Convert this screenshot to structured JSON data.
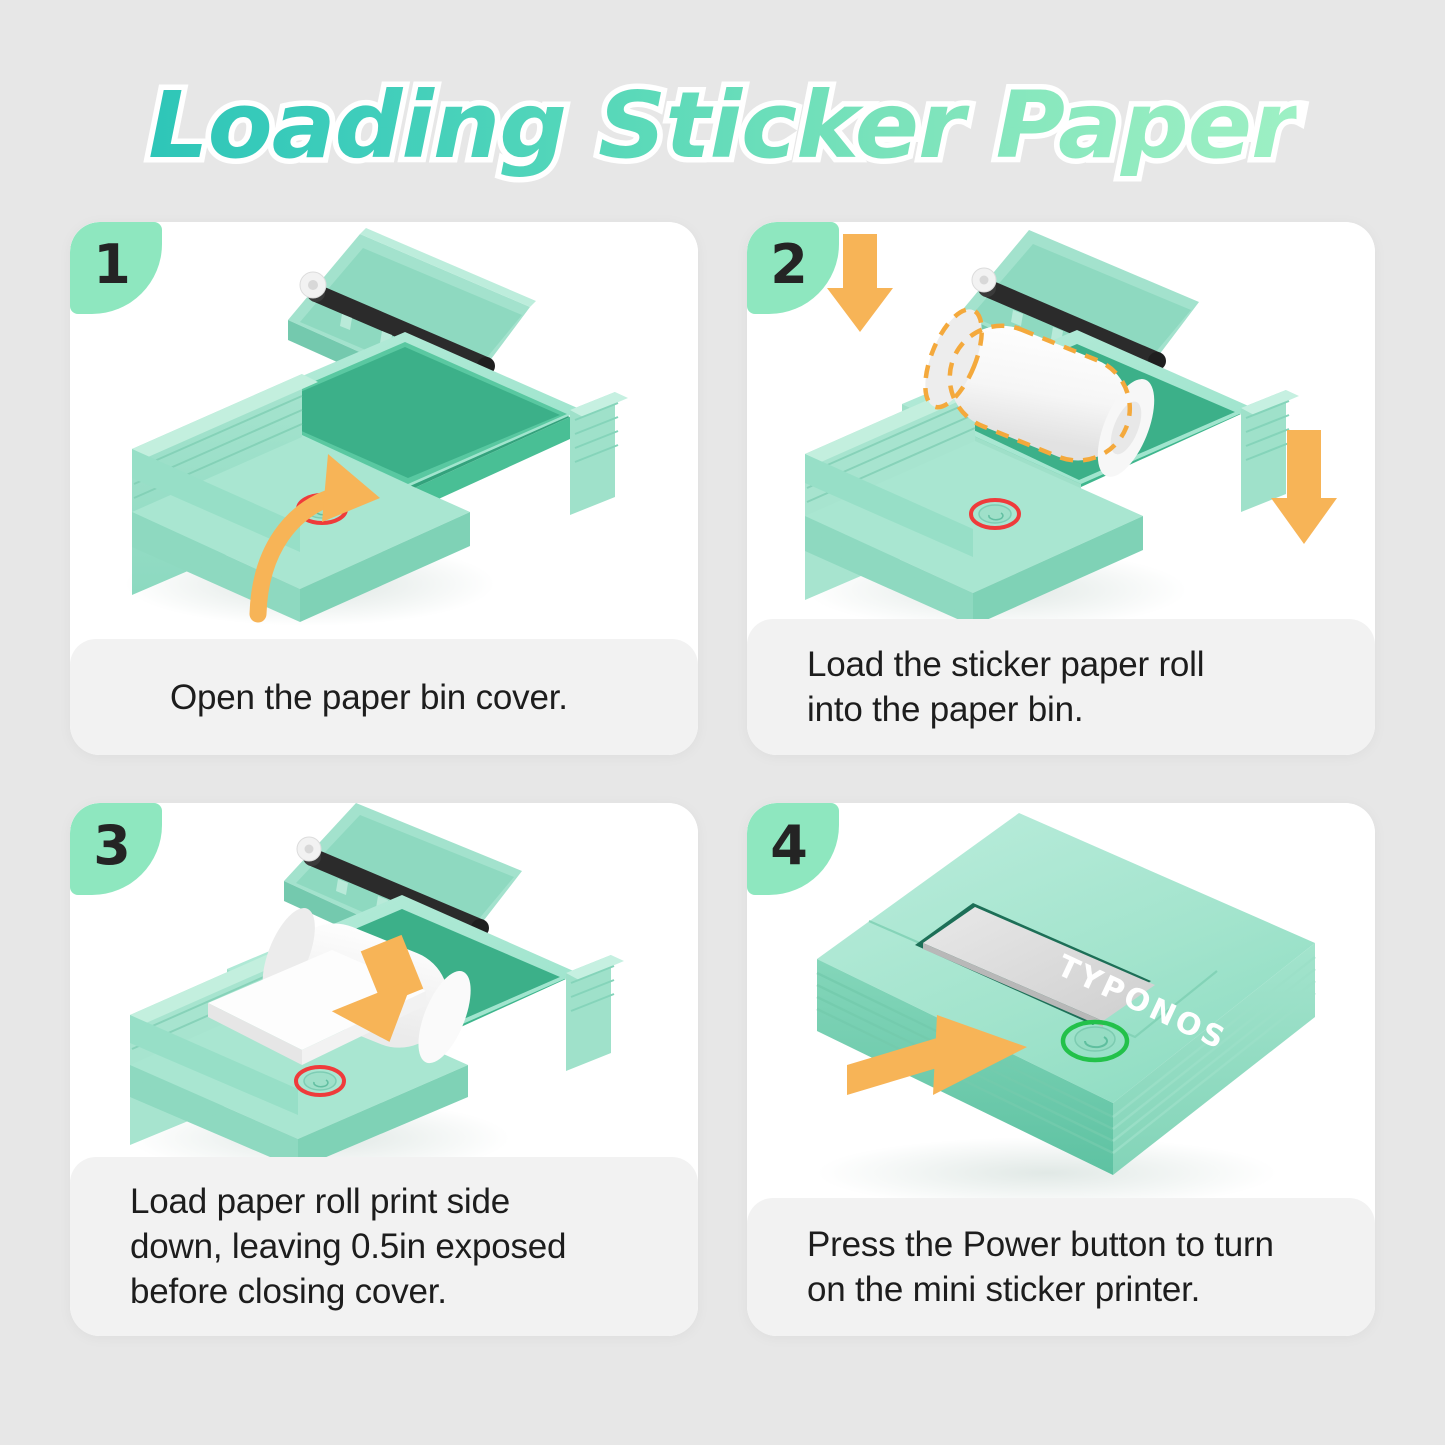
{
  "page": {
    "background_color": "#e7e7e7",
    "title": "Loading Sticker Paper",
    "title_gradient_from": "#2ec6b8",
    "title_gradient_to": "#9df0c4",
    "title_outline_color": "#ffffff"
  },
  "theme": {
    "card_background": "#ffffff",
    "caption_background": "#f2f2f2",
    "badge_color": "#8ee7bf",
    "badge_text_color": "#242424",
    "arrow_color": "#f5b košar"
  },
  "colors": {
    "arrow": "#f6b košt",
    "arrow_orange": "#f7b457",
    "printer_body_light": "#a8e6d4",
    "printer_body_mid": "#8fdcc6",
    "printer_body_dark": "#5ec9a8",
    "printer_inner_green": "#3fb98f",
    "roller_black": "#262626",
    "paper_white": "#fbfbfb",
    "power_ring_red": "#ef3b3b",
    "power_ring_green": "#23c14a",
    "dashed_outline": "#f4a93c"
  },
  "steps": [
    {
      "number": "1",
      "caption": "Open the paper bin cover.",
      "illustration": {
        "name": "printer-open-cover",
        "arrow": "curved-arrow-up-right",
        "highlight": "power-button-red-circle",
        "brand_text": ""
      }
    },
    {
      "number": "2",
      "caption": "Load the sticker paper roll\ninto the paper bin.",
      "illustration": {
        "name": "printer-insert-roll",
        "arrow": "two-down-arrows",
        "highlight": "power-button-red-circle",
        "roll_outline": "orange-dashed",
        "brand_text": ""
      }
    },
    {
      "number": "3",
      "caption": "Load paper roll print side\ndown, leaving 0.5in exposed\nbefore closing cover.",
      "illustration": {
        "name": "printer-roll-seated",
        "arrow": "down-left-arrow",
        "highlight": "power-button-red-circle",
        "brand_text": ""
      }
    },
    {
      "number": "4",
      "caption": "Press the Power button to turn\non the mini sticker printer.",
      "illustration": {
        "name": "printer-closed-press-power",
        "arrow": "right-arrow",
        "highlight": "power-button-green-circle",
        "brand_text": "TYPONOS"
      }
    }
  ]
}
